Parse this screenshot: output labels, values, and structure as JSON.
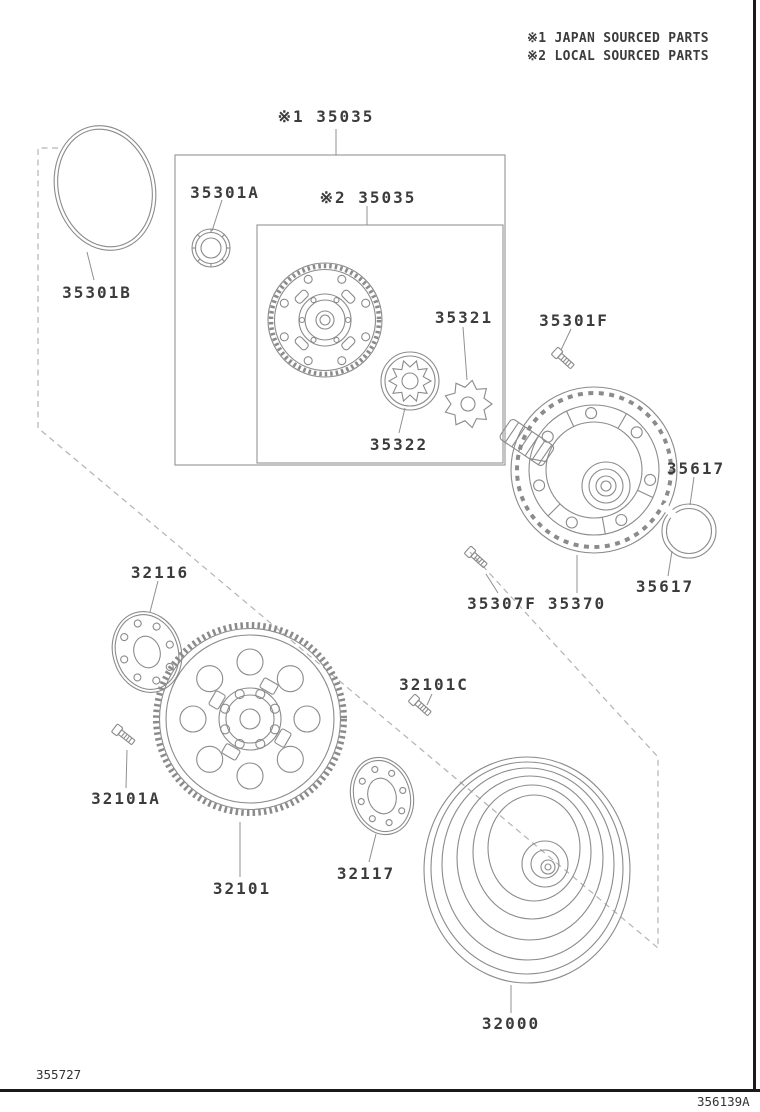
{
  "colors": {
    "line": "#8b8b8b",
    "dashed_line": "#b3b3b3",
    "label_text": "#3c3c3c",
    "page_border": "#1a1a1a",
    "background": "#ffffff"
  },
  "notes": {
    "line1": "※1 JAPAN SOURCED PARTS",
    "line2": "※2 LOCAL SOURCED PARTS"
  },
  "labels": {
    "p35035_japan": "※1 35035",
    "p35035_local": "※2 35035",
    "p35301A": "35301A",
    "p35301B": "35301B",
    "p35321": "35321",
    "p35301F": "35301F",
    "p35322": "35322",
    "p35617_top": "35617",
    "p35617_bottom": "35617",
    "p35307F": "35307F",
    "p35370": "35370",
    "p32116": "32116",
    "p32101C": "32101C",
    "p32101A": "32101A",
    "p32101": "32101",
    "p32117": "32117",
    "p32000": "32000"
  },
  "footer": {
    "left_code": "355727",
    "right_code": "356139A"
  }
}
